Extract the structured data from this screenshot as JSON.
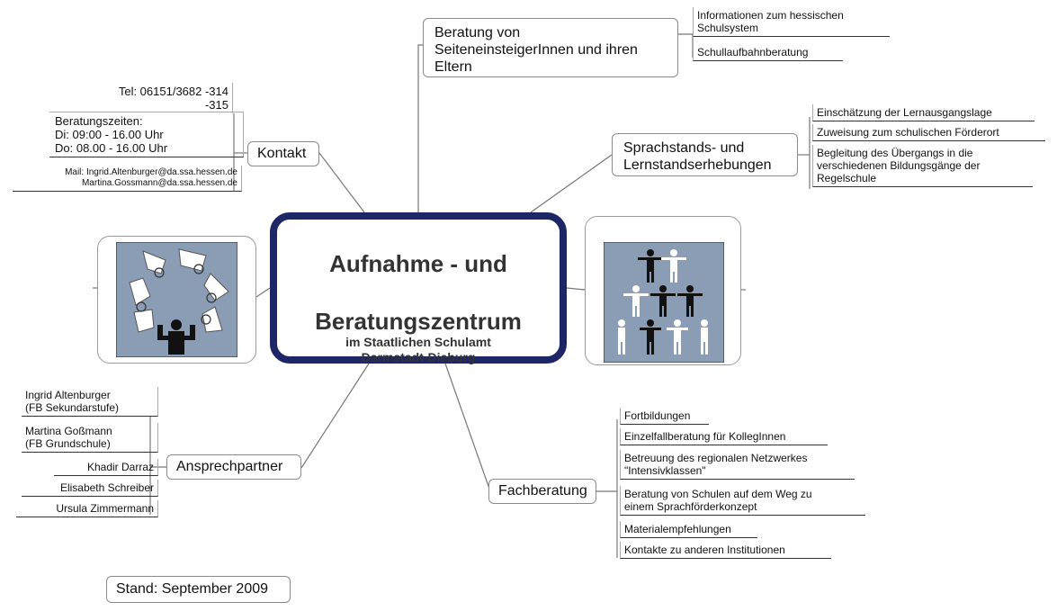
{
  "center": {
    "title_line1": "Aufnahme - und",
    "title_line2": "Beratungszentrum",
    "subtitle_line1": "im Staatlichen Schulamt",
    "subtitle_line2": "Darmstadt-Dieburg"
  },
  "beratung": {
    "label": "Beratung von SeiteneinsteigerInnen und ihren Eltern",
    "label_lines": [
      "Beratung von",
      "SeiteneinsteigerInnen und ihren",
      "Eltern"
    ],
    "items": [
      [
        "Informationen zum hessischen",
        "Schulsystem"
      ],
      [
        "Schullaufbahnberatung"
      ]
    ]
  },
  "sprachstand": {
    "label_lines": [
      "Sprachstands- und",
      "Lernstandserhebungen"
    ],
    "items": [
      [
        "Einschätzung der Lernausgangslage"
      ],
      [
        "Zuweisung zum schulischen Förderort"
      ],
      [
        "Begleitung des Übergangs in die",
        "verschiedenen Bildungsgänge der",
        "Regelschule"
      ]
    ]
  },
  "kontakt": {
    "label": "Kontakt",
    "tel_line1": "Tel:  06151/3682  -314",
    "tel_line2": "-315",
    "hours_lines": [
      "Beratungszeiten:",
      "Di:  09:00 - 16.00 Uhr",
      "Do: 08.00 - 16.00 Uhr"
    ],
    "mail_line1": "Mail:  Ingrid.Altenburger@da.ssa.hessen.de",
    "mail_line2": "Martina.Gossmann@da.ssa.hessen.de"
  },
  "ansprechpartner": {
    "label": "Ansprechpartner",
    "people": [
      [
        "Ingrid  Altenburger",
        "(FB Sekundarstufe)"
      ],
      [
        "Martina  Goßmann",
        "(FB Grundschule)"
      ],
      [
        "Khadir Darraz"
      ],
      [
        "Elisabeth Schreiber"
      ],
      [
        "Ursula Zimmermann"
      ]
    ]
  },
  "fachberatung": {
    "label": "Fachberatung",
    "items": [
      [
        "Fortbildungen"
      ],
      [
        "Einzelfallberatung für KollegInnen"
      ],
      [
        "Betreuung des regionalen Netzwerkes",
        "\"Intensivklassen\""
      ],
      [
        "Beratung von Schulen auf dem Weg zu",
        "einem Sprachförderkonzept"
      ],
      [
        "Materialempfehlungen"
      ],
      [
        "Kontakte zu anderen Institutionen"
      ]
    ]
  },
  "stand": "Stand: September 2009",
  "colors": {
    "central_border": "#1e2766",
    "image_bg": "#8a9db5",
    "lines": "#777777"
  }
}
